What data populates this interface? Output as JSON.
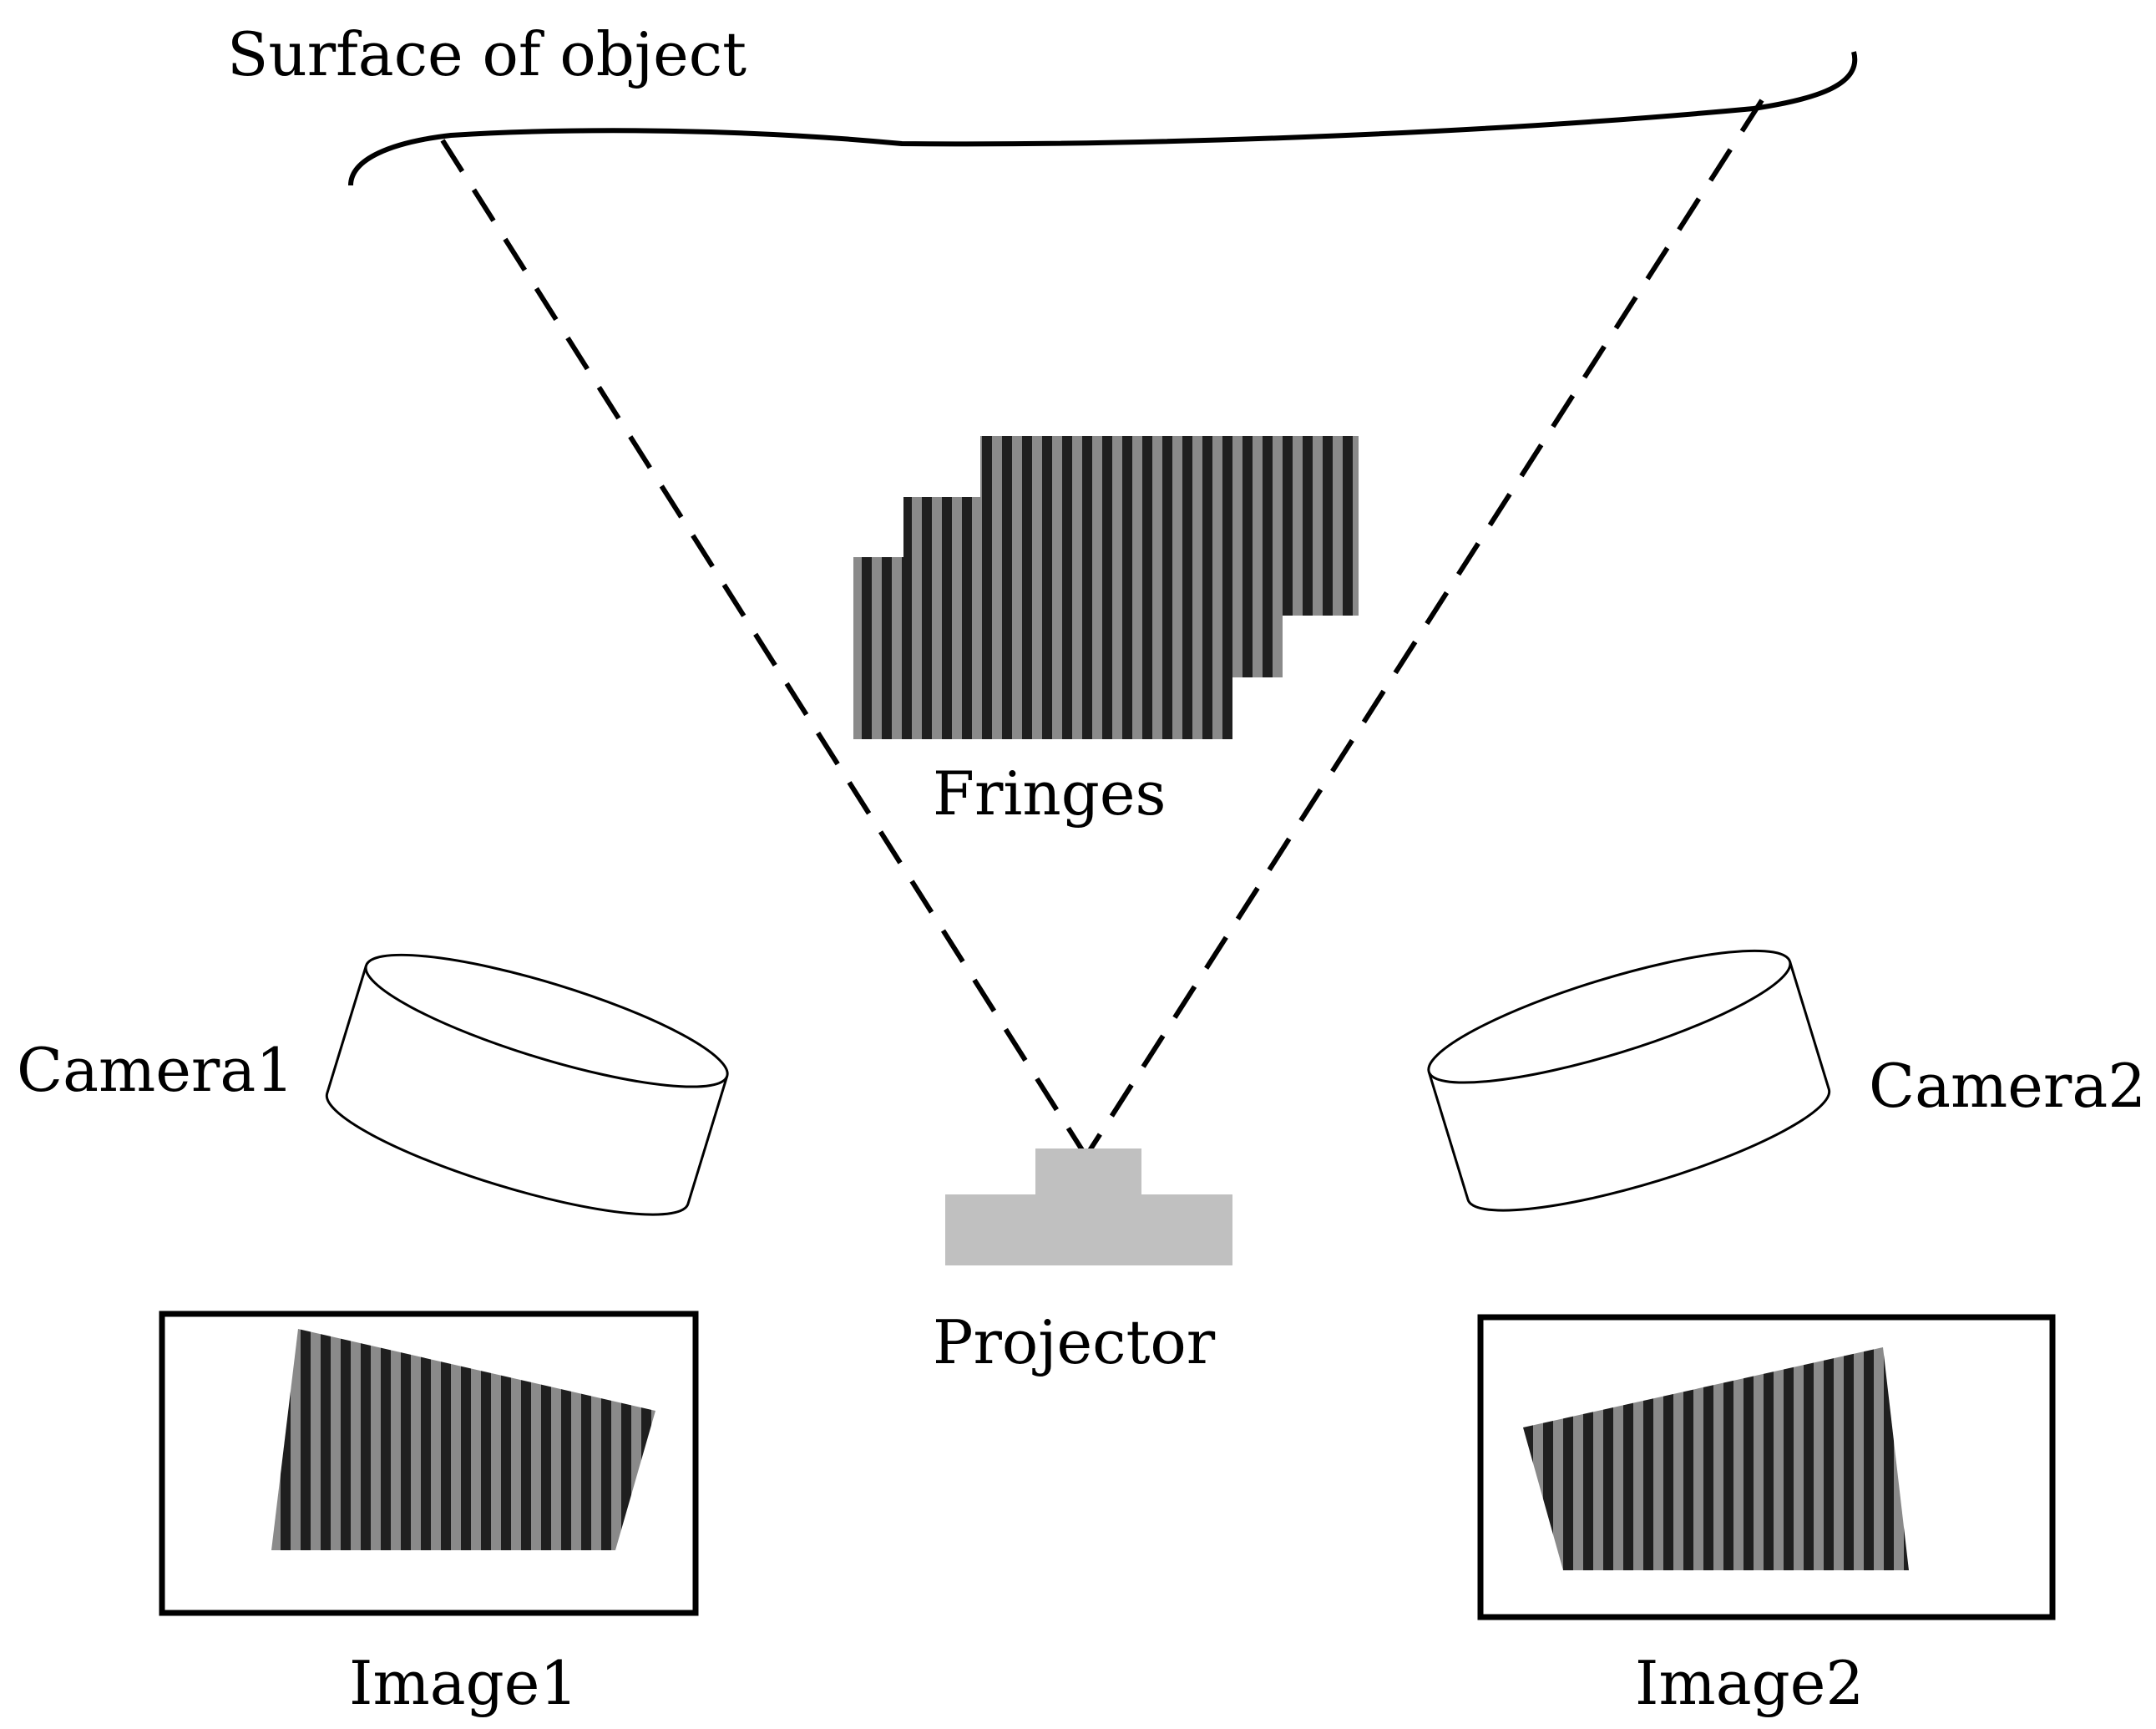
{
  "labels": {
    "surface": "Surface of object",
    "fringes": "Fringes",
    "camera1": "Camera1",
    "camera2": "Camera2",
    "projector": "Projector",
    "image1": "Image1",
    "image2": "Image2"
  },
  "colors": {
    "line": "#000000",
    "fringe_dark": "#1f1f1f",
    "fringe_light": "#8a8a8a",
    "projector": "#c0c0c0",
    "background": "#ffffff"
  }
}
